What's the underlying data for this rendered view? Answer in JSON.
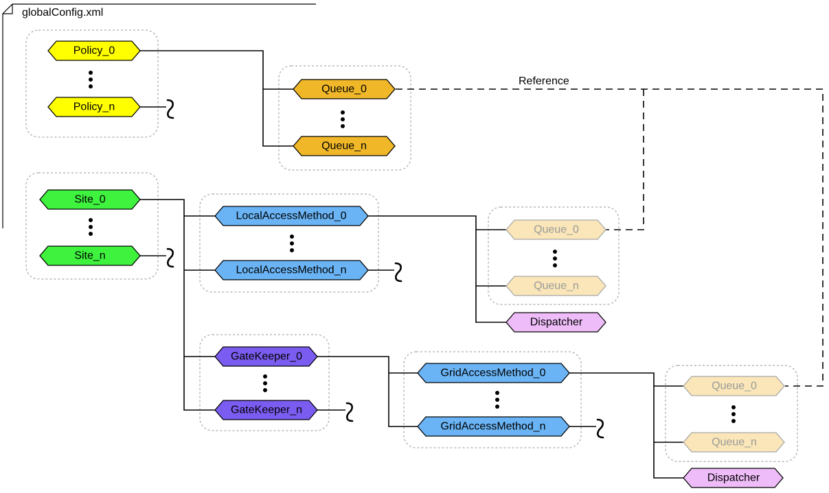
{
  "frame": {
    "title": "globalConfig.xml"
  },
  "colors": {
    "policy": "#ffff00",
    "queue": "#f0b829",
    "queue_ref": "#fae6b8",
    "site": "#3ef23e",
    "access_method": "#6ab4f5",
    "gatekeeper": "#7b5cf0",
    "dispatcher": "#eebcf8",
    "group_border": "#b8b8b8"
  },
  "edge_labels": {
    "reference": "Reference"
  },
  "nodes": {
    "policy_0": "Policy_0",
    "policy_n": "Policy_n",
    "queue_0": "Queue_0",
    "queue_n": "Queue_n",
    "site_0": "Site_0",
    "site_n": "Site_n",
    "local_access_0": "LocalAccessMethod_0",
    "local_access_n": "LocalAccessMethod_n",
    "local_queue_0": "Queue_0",
    "local_queue_n": "Queue_n",
    "local_dispatcher": "Dispatcher",
    "gatekeeper_0": "GateKeeper_0",
    "gatekeeper_n": "GateKeeper_n",
    "grid_access_0": "GridAccessMethod_0",
    "grid_access_n": "GridAccessMethod_n",
    "grid_queue_0": "Queue_0",
    "grid_queue_n": "Queue_n",
    "grid_dispatcher": "Dispatcher"
  }
}
